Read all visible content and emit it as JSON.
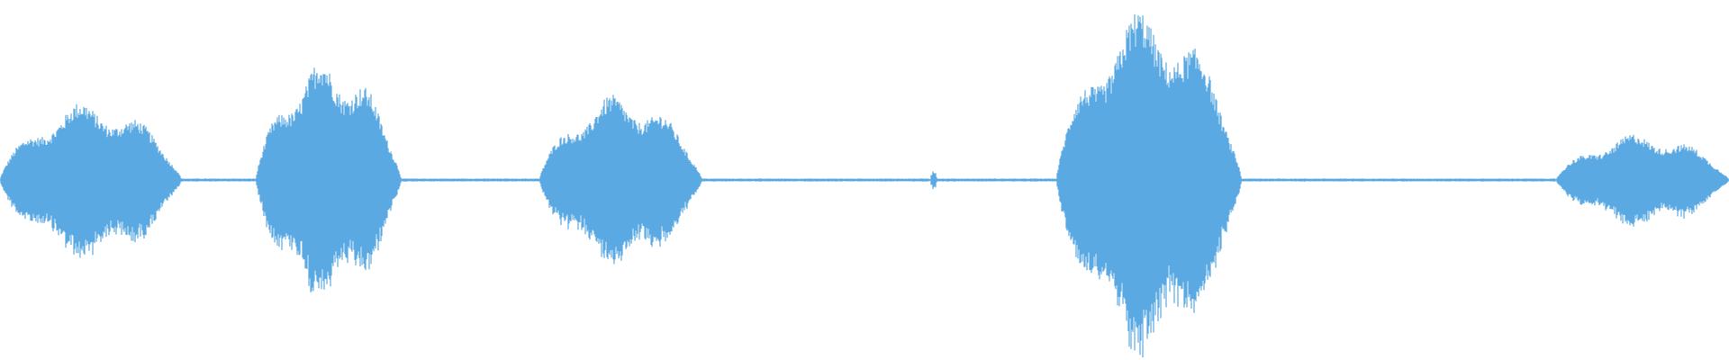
{
  "waveform": {
    "color": "#5aa9e2",
    "background": "#ffffff",
    "segments": [
      {
        "start": 0.0,
        "end": 0.105,
        "amplitude": 0.22
      },
      {
        "start": 0.148,
        "end": 0.232,
        "amplitude": 0.34
      },
      {
        "start": 0.312,
        "end": 0.406,
        "amplitude": 0.24
      },
      {
        "start": 0.538,
        "end": 0.542,
        "amplitude": 0.03
      },
      {
        "start": 0.611,
        "end": 0.718,
        "amplitude": 0.48
      },
      {
        "start": 0.9,
        "end": 1.0,
        "amplitude": 0.13
      }
    ]
  }
}
